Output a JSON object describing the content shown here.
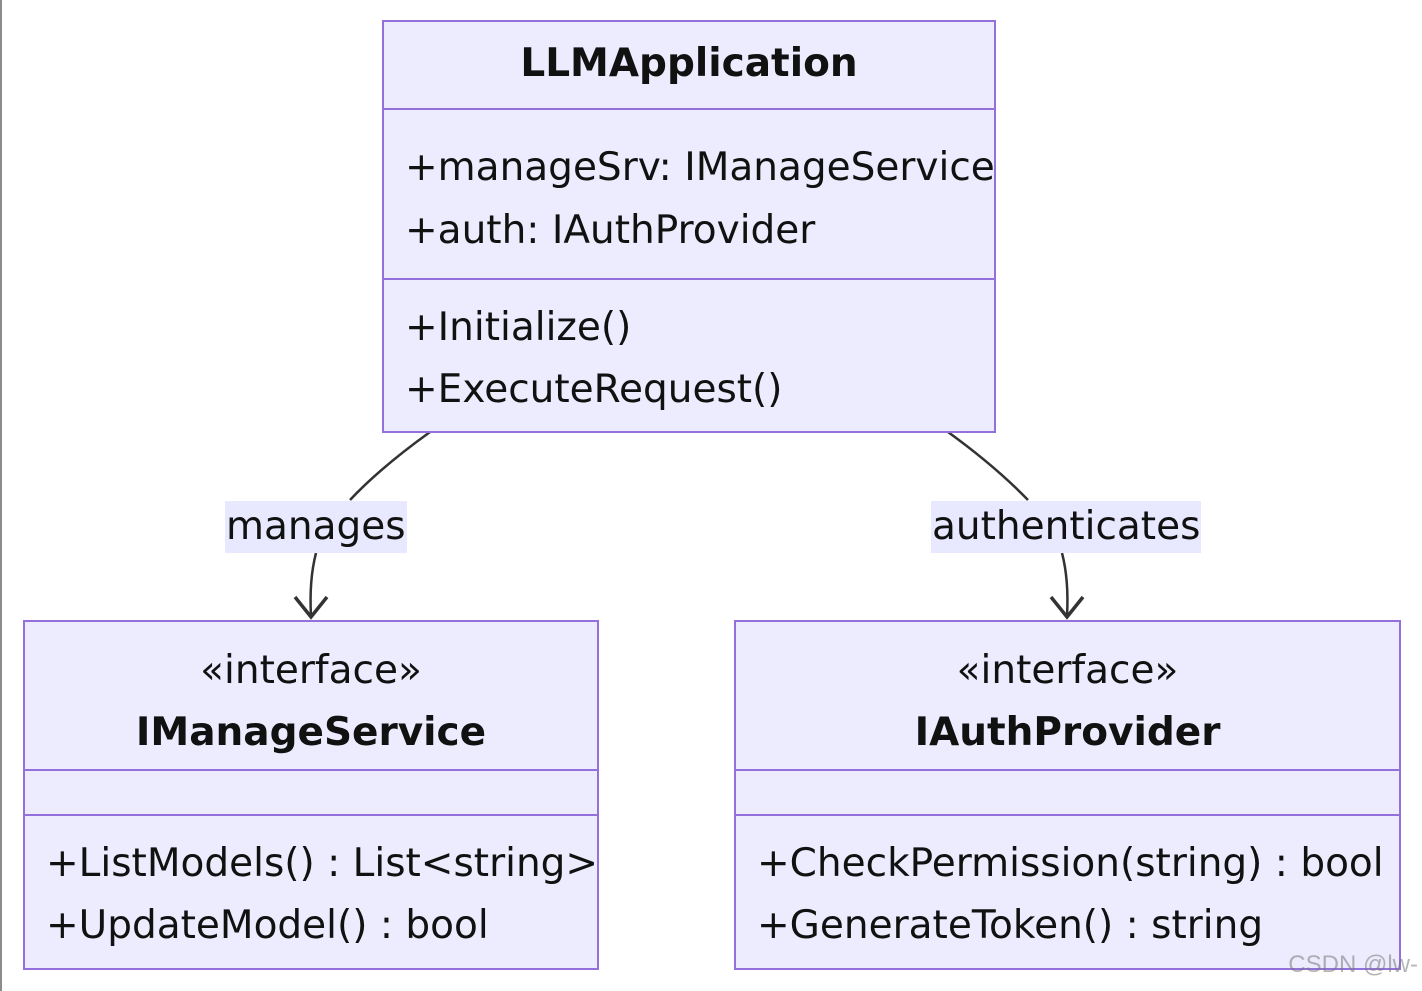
{
  "classes": {
    "llm_app": {
      "name": "LLMApplication",
      "attributes": [
        "+manageSrv: IManageService",
        "+auth: IAuthProvider"
      ],
      "methods": [
        "+Initialize()",
        "+ExecuteRequest()"
      ]
    },
    "manage_service": {
      "stereotype": "«interface»",
      "name": "IManageService",
      "attributes": [],
      "methods": [
        "+ListModels() : List<string>",
        "+UpdateModel() : bool"
      ]
    },
    "auth_provider": {
      "stereotype": "«interface»",
      "name": "IAuthProvider",
      "attributes": [],
      "methods": [
        "+CheckPermission(string) : bool",
        "+GenerateToken() : string"
      ]
    }
  },
  "relations": [
    {
      "from": "LLMApplication",
      "to": "IManageService",
      "label": "manages"
    },
    {
      "from": "LLMApplication",
      "to": "IAuthProvider",
      "label": "authenticates"
    }
  ],
  "colors": {
    "box_fill": "#ececfe",
    "box_border": "#9370db",
    "label_fill": "#e8e8ff",
    "line": "#333333"
  },
  "watermark": "CSDN @lw-"
}
